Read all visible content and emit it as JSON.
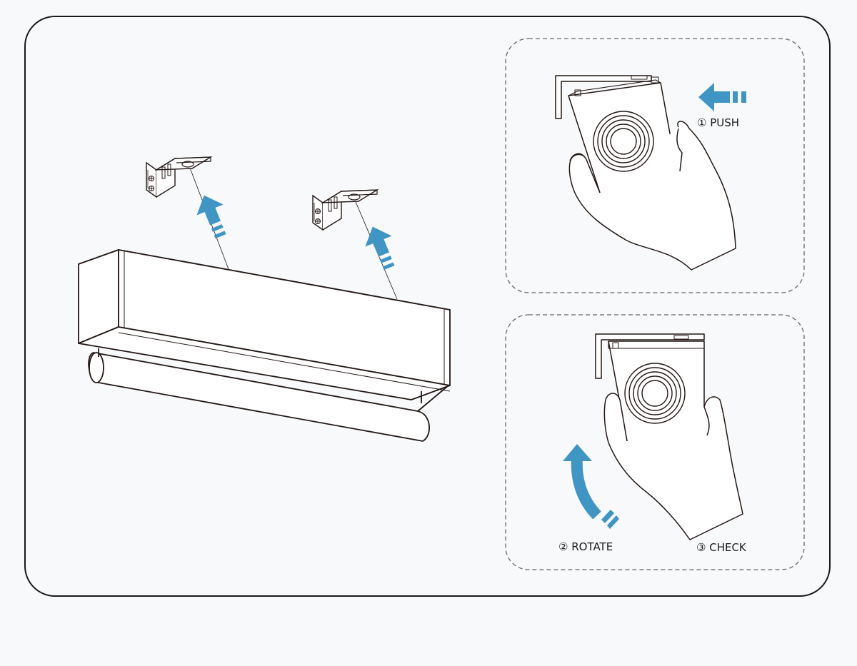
{
  "colors": {
    "background": "#f8f9fb",
    "frame_stroke": "#1a1a1a",
    "line_art": "#231815",
    "arrow_blue": "#3f95c4",
    "dashed_panel": "#666666"
  },
  "labels": {
    "push": "① PUSH",
    "rotate": "② ROTATE",
    "check": "③ CHECK"
  },
  "icons": {
    "push_arrow": "arrow-left-icon",
    "rotate_arrow": "curved-arrow-up-icon",
    "mount_arrows": "arrow-up-icon"
  }
}
